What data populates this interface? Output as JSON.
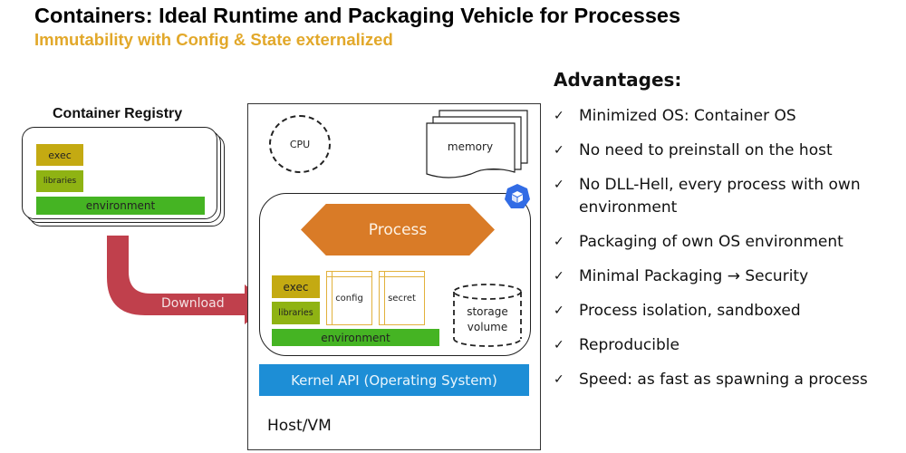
{
  "header": {
    "title": "Containers: Ideal Runtime and Packaging Vehicle for Processes",
    "subtitle": "Immutability with Config & State externalized"
  },
  "registry": {
    "title": "Container Registry",
    "blocks": {
      "exec": "exec",
      "libraries": "libraries",
      "environment": "environment"
    }
  },
  "arrow": {
    "label": "Download",
    "color": "#c0404c"
  },
  "host": {
    "label": "Host/VM",
    "cpu": "CPU",
    "memory": "memory",
    "pod": {
      "icon": "kubernetes-cube-icon",
      "process": "Process",
      "blocks": {
        "exec": "exec",
        "libraries": "libraries",
        "environment": "environment"
      },
      "config": "config",
      "secret": "secret",
      "storage": [
        "storage",
        "volume"
      ]
    },
    "kernel": "Kernel API (Operating System)"
  },
  "advantages": {
    "title": "Advantages:",
    "check_glyph": "✓",
    "items": [
      [
        "Minimized OS: Container OS"
      ],
      [
        "No need to preinstall on the host"
      ],
      [
        "No DLL-Hell, every process with own",
        "environment"
      ],
      [
        "Packaging of own OS environment"
      ],
      [
        "Minimal Packaging → Security"
      ],
      [
        "Process isolation, sandboxed"
      ],
      [
        "Reproducible"
      ],
      [
        "Speed: as fast as spawning a process"
      ]
    ]
  },
  "colors": {
    "subtitle": "#e2a82a",
    "exec": "#c4aa12",
    "libraries": "#8fb313",
    "environment": "#45b423",
    "process": "#d97b27",
    "kernel": "#1d8ed6",
    "k8s_badge": "#326ce5",
    "doc_border": "#e2b13b"
  }
}
